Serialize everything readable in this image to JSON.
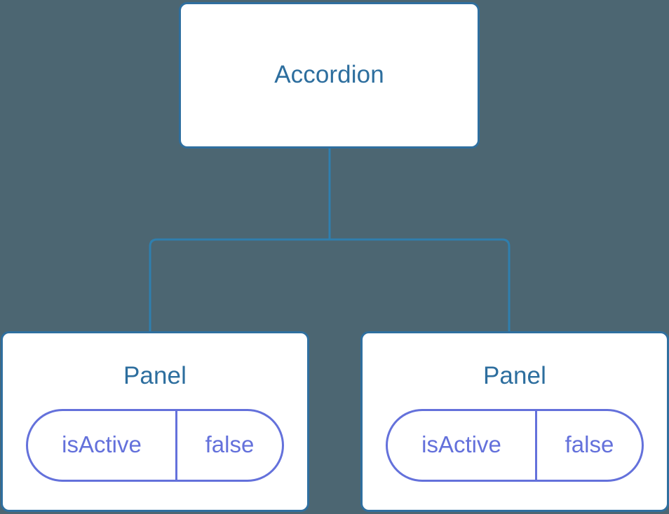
{
  "diagram": {
    "type": "component-tree",
    "background_color": "#4c6672",
    "node_border_color": "#2f6f9f",
    "node_fill_color": "#ffffff",
    "title_color": "#2d6e9e",
    "state_color": "#6471db",
    "connector_color": "#2f7fae",
    "root": {
      "label": "Accordion"
    },
    "children": [
      {
        "label": "Panel",
        "state": {
          "key": "isActive",
          "value": "false"
        }
      },
      {
        "label": "Panel",
        "state": {
          "key": "isActive",
          "value": "false"
        }
      }
    ]
  }
}
